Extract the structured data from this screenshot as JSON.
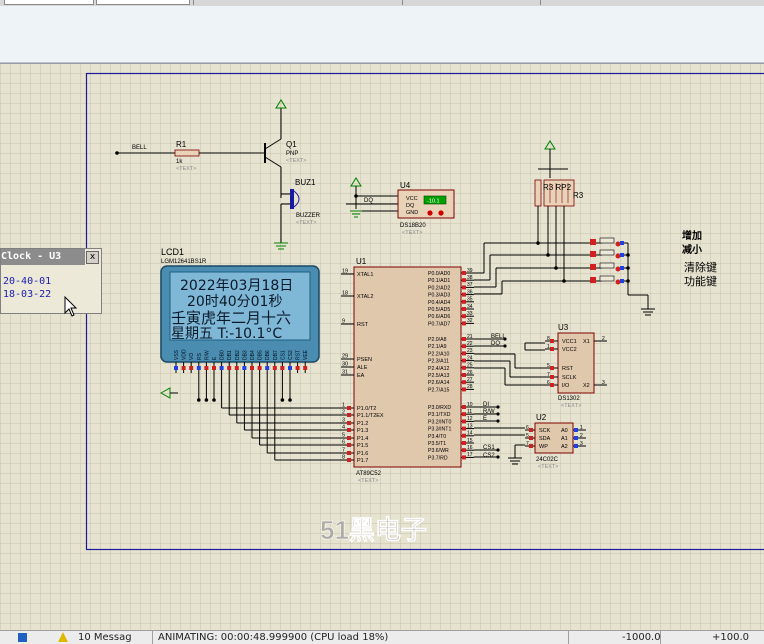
{
  "popup": {
    "title": "Clock - U3",
    "line1": "20-40-01",
    "line2": "18-03-22",
    "close": "x"
  },
  "lcd": {
    "ref": "LCD1",
    "part": "LGM12641BS1R",
    "line1": "2022年03月18日",
    "line2": "20时40分01秒",
    "line3": "壬寅虎年二月十六",
    "line4": "星期五 T:-10.1°C",
    "pins": [
      "VSS",
      "VDD",
      "VO",
      "RS",
      "R/W",
      "E",
      "DB0",
      "DB1",
      "DB2",
      "DB3",
      "DB4",
      "DB5",
      "DB6",
      "DB7",
      "CS1",
      "CS2",
      "RST",
      "VEE"
    ]
  },
  "schematic": {
    "r1": {
      "ref": "R1",
      "value": "1k",
      "text": "<TEXT>"
    },
    "q1": {
      "ref": "Q1",
      "type": "PNP",
      "text": "<TEXT>"
    },
    "buz": {
      "ref": "BUZ1",
      "type": "BUZZER",
      "text": "<TEXT>"
    },
    "bell": "BELL",
    "u4": {
      "ref": "U4",
      "part": "DS18B20",
      "text": "<TEXT>",
      "pins": [
        "VCC",
        "DQ",
        "GND"
      ],
      "reading": "-10.1",
      "dq": "DQ"
    },
    "rp": {
      "ref": "R3 RP2",
      "ref2": "R3"
    },
    "u1": {
      "ref": "U1",
      "part": "AT89C52",
      "text": "<TEXT>",
      "left_pins": [
        "XTAL1",
        "XTAL2",
        "RST",
        "PSEN",
        "ALE",
        "EA",
        "P1.0/T2",
        "P1.1/T2EX",
        "P1.2",
        "P1.3",
        "P1.4",
        "P1.5",
        "P1.6",
        "P1.7"
      ],
      "left_nums": [
        "19",
        "18",
        "9",
        "29",
        "30",
        "31",
        "1",
        "2",
        "3",
        "4",
        "5",
        "6",
        "7",
        "8"
      ],
      "right_p0": [
        "P0.0/AD0",
        "P0.1/AD1",
        "P0.2/AD2",
        "P0.3/AD3",
        "P0.4/AD4",
        "P0.5/AD5",
        "P0.6/AD6",
        "P0.7/AD7"
      ],
      "right_p0_nums": [
        "39",
        "38",
        "37",
        "36",
        "35",
        "34",
        "33",
        "32"
      ],
      "right_p2": [
        "P2.0/A8",
        "P2.1/A9",
        "P2.2/A10",
        "P2.3/A11",
        "P2.4/A12",
        "P2.5/A13",
        "P2.6/A14",
        "P2.7/A15"
      ],
      "right_p2_nums": [
        "21",
        "22",
        "23",
        "24",
        "25",
        "26",
        "27",
        "28"
      ],
      "right_p3": [
        "P3.0/RXD",
        "P3.1/TXD",
        "P3.2/INT0",
        "P3.3/INT1",
        "P3.4/T0",
        "P3.5/T1",
        "P3.6/WR",
        "P3.7/RD"
      ],
      "right_p3_nums": [
        "10",
        "11",
        "12",
        "13",
        "14",
        "15",
        "16",
        "17"
      ],
      "net_bell": "BELL",
      "net_dq": "DQ",
      "net_di": "DI",
      "net_rw": "R/W",
      "net_e": "E",
      "net_cs1": "CS1",
      "net_cs2": "CS2"
    },
    "u3": {
      "ref": "U3",
      "part": "DS1302",
      "text": "<TEXT>",
      "pins": [
        "VCC1",
        "VCC2",
        "RST",
        "SCLK",
        "I/O",
        "X1",
        "X2"
      ],
      "nums": [
        "8",
        "1",
        "5",
        "7",
        "6",
        "2",
        "3"
      ]
    },
    "u2": {
      "ref": "U2",
      "part": "24C02C",
      "text": "<TEXT>",
      "pins": [
        "SCK",
        "SDA",
        "WP",
        "A0",
        "A1",
        "A2"
      ],
      "nums": [
        "6",
        "5",
        "7",
        "1",
        "2",
        "3"
      ]
    },
    "keys": {
      "k1": "增加",
      "k2": "减小",
      "k3": "清除键",
      "k4": "功能键"
    },
    "watermark": "51黑电子"
  },
  "status": {
    "messages": "10 Messag",
    "animating": "ANIMATING: 00:00:48.999900 (CPU load 18%)",
    "coord1": "-1000.0",
    "coord2": "+100.0"
  }
}
